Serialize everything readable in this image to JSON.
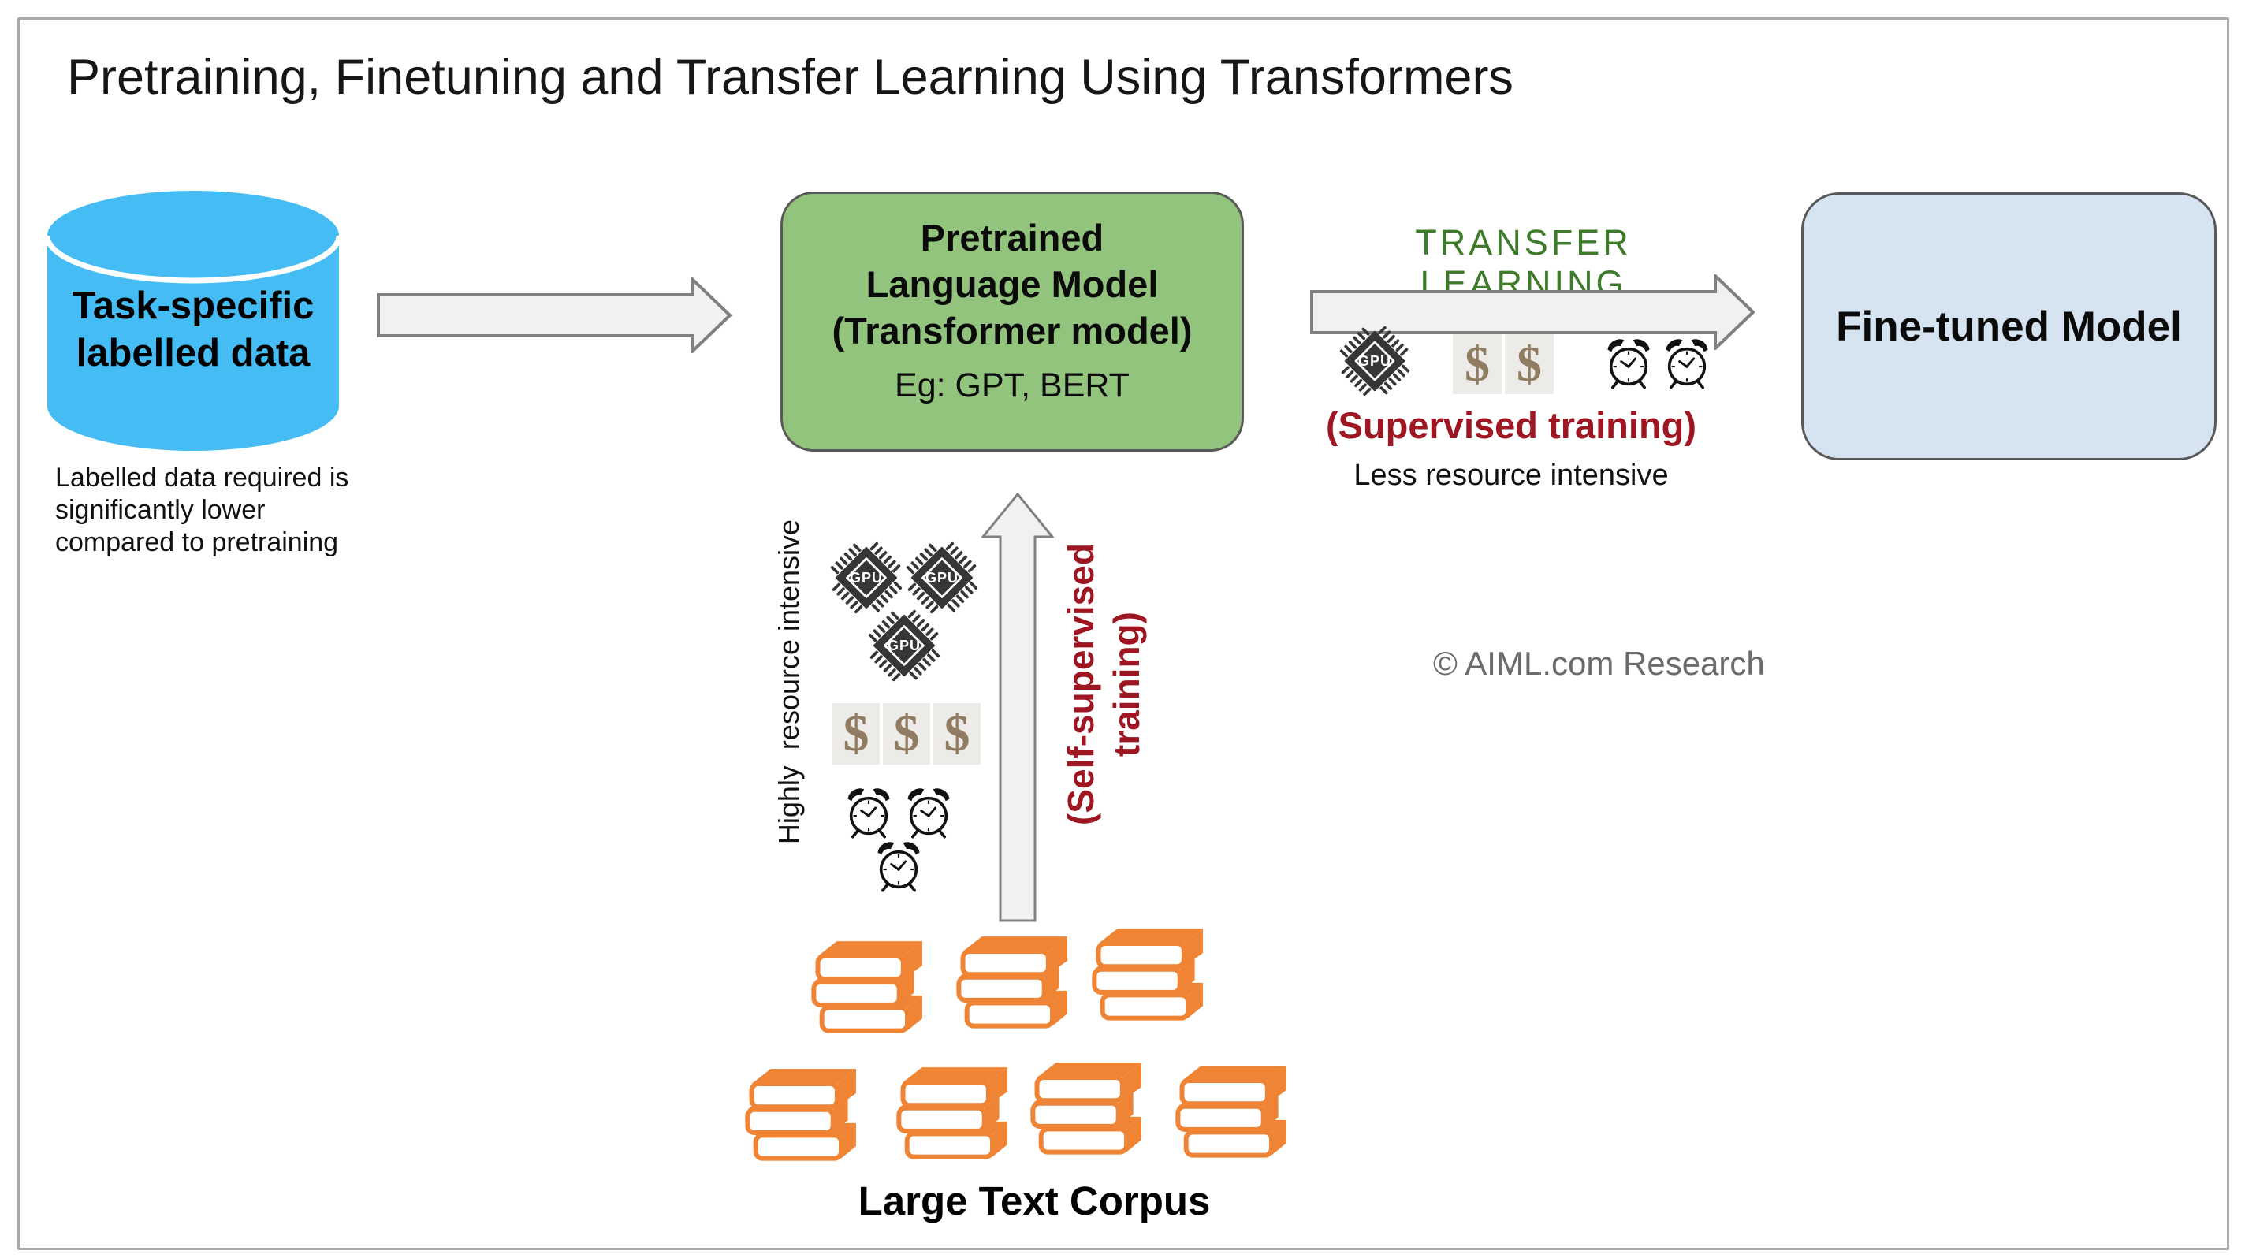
{
  "title": "Pretraining, Finetuning and Transfer Learning Using Transformers",
  "copyright": "© AIML.com Research",
  "colors": {
    "cylinder_blue": "#45bdf4",
    "pretrained_box_green": "#93c47d",
    "finetuned_box_blue": "#d6e3f1",
    "box_border_gray": "#595959",
    "arrow_fill": "#f1f1ef",
    "arrow_border": "#808080",
    "heading_green": "#3d7b2a",
    "training_dark_red": "#9e1622",
    "books_orange": "#ef8435",
    "copyright_gray": "#6b6b6b"
  },
  "task_data": {
    "label_lines": [
      "Task-specific",
      "labelled data"
    ],
    "note_lines": [
      "Labelled data required is",
      "significantly lower",
      "compared to pretraining"
    ]
  },
  "pretrained_model": {
    "title_lines": [
      "Pretrained",
      "Language Model",
      "(Transformer model)"
    ],
    "examples": "Eg: GPT, BERT"
  },
  "pretraining_flow": {
    "training_type_lines": [
      "(Self-supervised",
      "training)"
    ],
    "resource_note": "Highly  resource intensive",
    "gpu_count": 3,
    "dollar_count": 3,
    "clock_count": 3
  },
  "transfer_learning": {
    "heading": "TRANSFER LEARNING",
    "training_type": "(Supervised training)",
    "resource_note": "Less resource intensive",
    "gpu_count": 1,
    "dollar_count": 2,
    "clock_count": 2
  },
  "finetuned_model": {
    "label": "Fine-tuned Model"
  },
  "corpus": {
    "label": "Large Text Corpus",
    "book_stack_count": 7
  },
  "icons": {
    "gpu_label": "GPU",
    "dollar_glyph": "$"
  }
}
